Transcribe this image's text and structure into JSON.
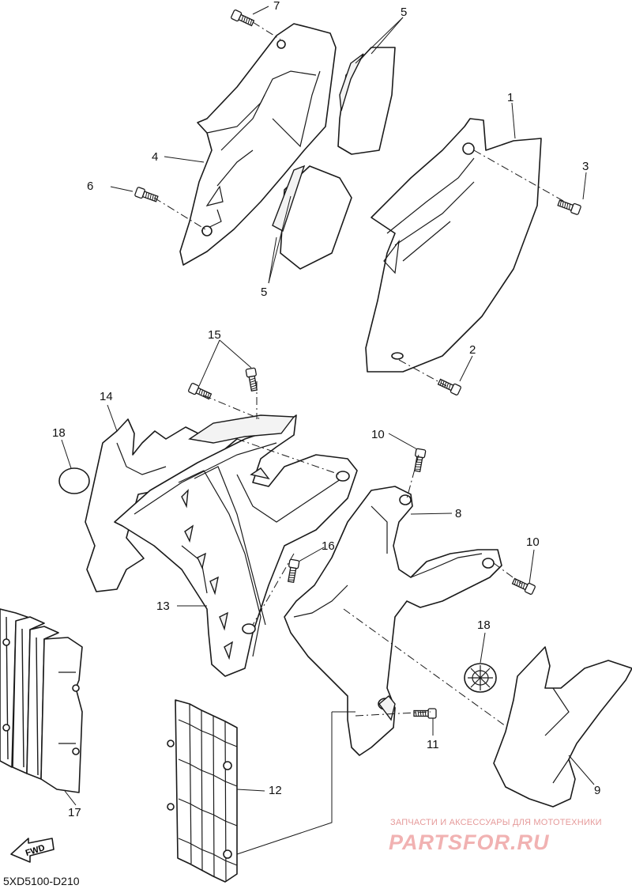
{
  "diagram": {
    "drawing_code": "5XD5100-D210",
    "direction_arrow": "FWD",
    "callouts": [
      {
        "id": "c1",
        "label": "1"
      },
      {
        "id": "c2",
        "label": "2"
      },
      {
        "id": "c3",
        "label": "3"
      },
      {
        "id": "c4",
        "label": "4"
      },
      {
        "id": "c5a",
        "label": "5"
      },
      {
        "id": "c5b",
        "label": "5"
      },
      {
        "id": "c6",
        "label": "6"
      },
      {
        "id": "c7",
        "label": "7"
      },
      {
        "id": "c8",
        "label": "8"
      },
      {
        "id": "c9",
        "label": "9"
      },
      {
        "id": "c10a",
        "label": "10"
      },
      {
        "id": "c10b",
        "label": "10"
      },
      {
        "id": "c11",
        "label": "11"
      },
      {
        "id": "c12",
        "label": "12"
      },
      {
        "id": "c13",
        "label": "13"
      },
      {
        "id": "c14",
        "label": "14"
      },
      {
        "id": "c15",
        "label": "15"
      },
      {
        "id": "c16",
        "label": "16"
      },
      {
        "id": "c17",
        "label": "17"
      },
      {
        "id": "c18a",
        "label": "18"
      },
      {
        "id": "c18b",
        "label": "18"
      }
    ]
  },
  "watermark": {
    "tagline": "ЗАПЧАСТИ И АКСЕССУАРЫ ДЛЯ МОТОТЕХНИКИ",
    "brand": "PARTSFOR.RU"
  },
  "colors": {
    "line": "#1a1a1a",
    "watermark": "#f1b2b2"
  }
}
